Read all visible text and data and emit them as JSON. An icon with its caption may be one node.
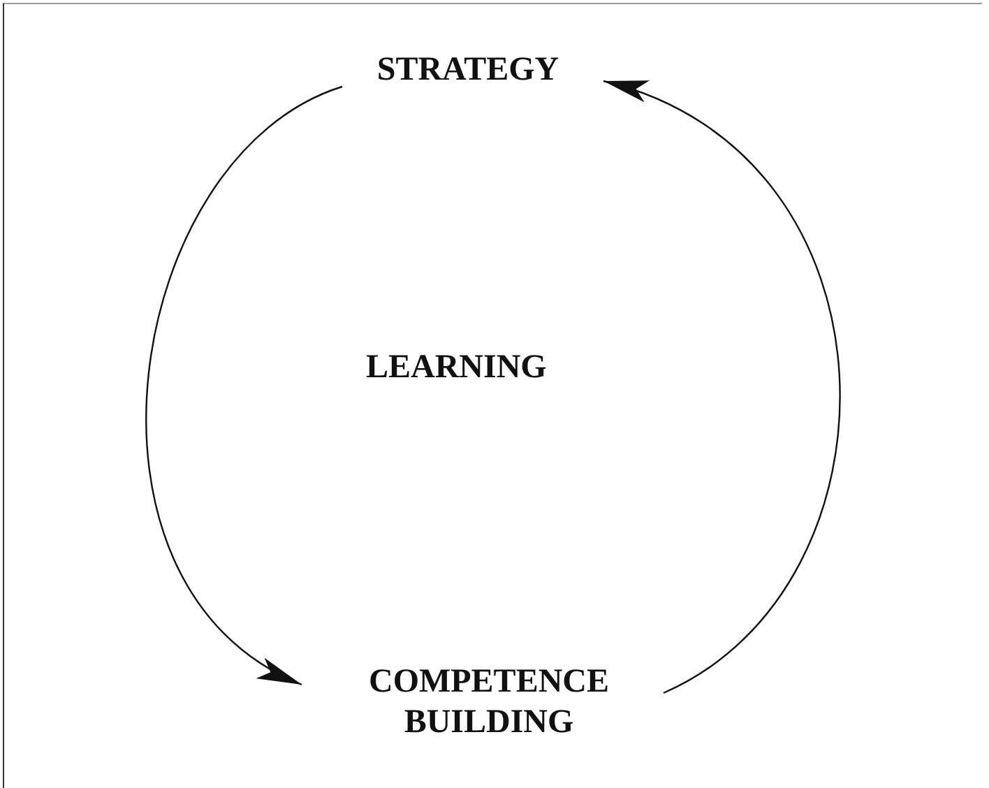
{
  "diagram": {
    "nodes": [
      {
        "text": [
          "STRATEGY"
        ]
      },
      {
        "text": [
          "COMPETENCE BUILDING"
        ]
      }
    ],
    "edges": [
      {
        "from": 0,
        "to": 1,
        "arrow": "to"
      },
      {
        "from": 1,
        "to": 0,
        "arrow": "to"
      }
    ],
    "labels": [
      "LEARNING"
    ]
  }
}
